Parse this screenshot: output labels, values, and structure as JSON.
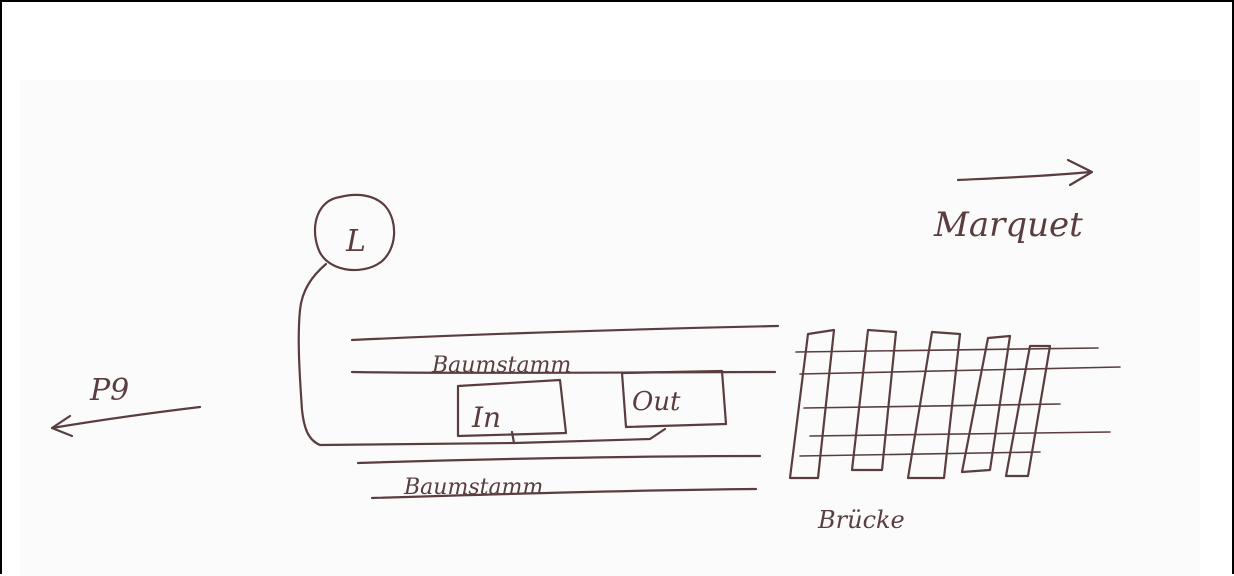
{
  "labels": {
    "circle": "L",
    "in_box": "In",
    "out_box": "Out",
    "log_top": "Baumstamm",
    "log_bottom": "Baumstamm",
    "bridge": "Brücke",
    "market": "Marquet",
    "pg": "P9"
  },
  "colors": {
    "ink": "#5a3d3f",
    "paper": "#fbfbfb",
    "frame": "#000000"
  }
}
